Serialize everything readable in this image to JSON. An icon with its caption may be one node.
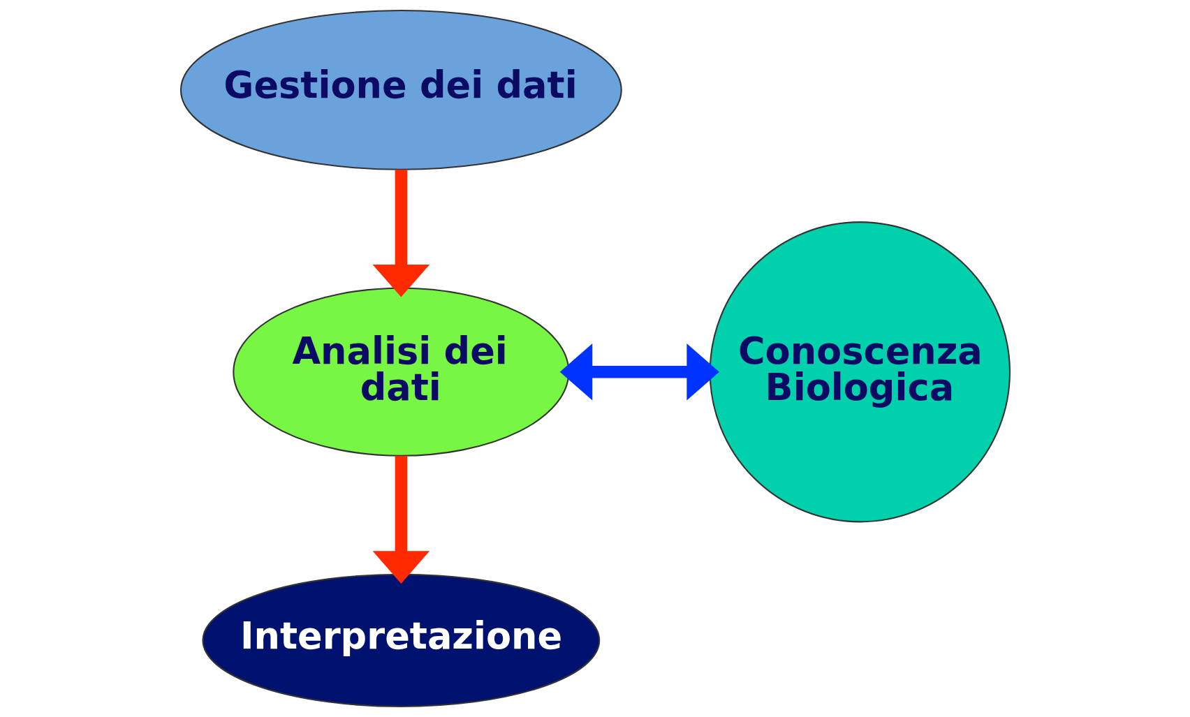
{
  "diagram": {
    "nodes": [
      {
        "text": [
          "Gestione dei dati"
        ]
      },
      {
        "text": [
          "Analisi dei dati"
        ]
      },
      {
        "text": [
          "Interpretazione"
        ]
      },
      {
        "text": [
          "Conoscenza Biologica"
        ]
      }
    ],
    "edges": [
      {
        "from": 0,
        "to": 1,
        "arrow": "to",
        "color": "#ff2a00"
      },
      {
        "from": 1,
        "to": 2,
        "arrow": "to",
        "color": "#ff2a00"
      },
      {
        "from": 1,
        "to": 3,
        "arrow": "both",
        "color": "#0033ff"
      }
    ]
  }
}
